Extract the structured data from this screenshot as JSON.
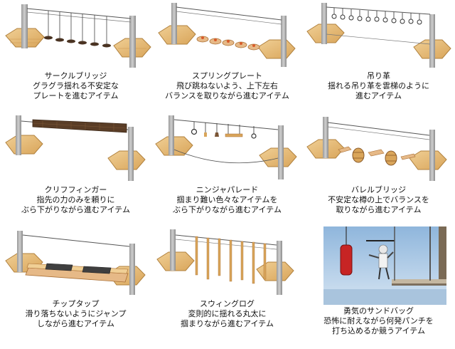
{
  "items": [
    {
      "title": "サークルブリッジ",
      "desc": [
        "グラグラ揺れる不安定な",
        "プレートを進むアイテム"
      ]
    },
    {
      "title": "スプリングプレート",
      "desc": [
        "飛び跳ねないよう、上下左右",
        "バランスを取りながら進むアイテム"
      ]
    },
    {
      "title": "吊り革",
      "desc": [
        "揺れる吊り革を雲梯のように",
        "進むアイテム"
      ]
    },
    {
      "title": "クリフフィンガー",
      "desc": [
        "指先の力のみを頼りに",
        "ぶら下がりながら進むアイテム"
      ]
    },
    {
      "title": "ニンジャパレード",
      "desc": [
        "掴まり難い色々なアイテムを",
        "ぶら下がりながら進むアイテム"
      ]
    },
    {
      "title": "バレルブリッジ",
      "desc": [
        "不安定な樽の上でバランスを",
        "取りながら進むアイテム"
      ]
    },
    {
      "title": "チップタップ",
      "desc": [
        "滑り落ちないようにジャンプ",
        "しながら進むアイテム"
      ]
    },
    {
      "title": "スウィングログ",
      "desc": [
        "変則的に揺れる丸太に",
        "掴まりながら進むアイテム"
      ]
    },
    {
      "title": "勇気のサンドバッグ",
      "desc": [
        "恐怖に耐えながら何発パンチを",
        "打ち込めるか競うアイテム"
      ]
    }
  ]
}
